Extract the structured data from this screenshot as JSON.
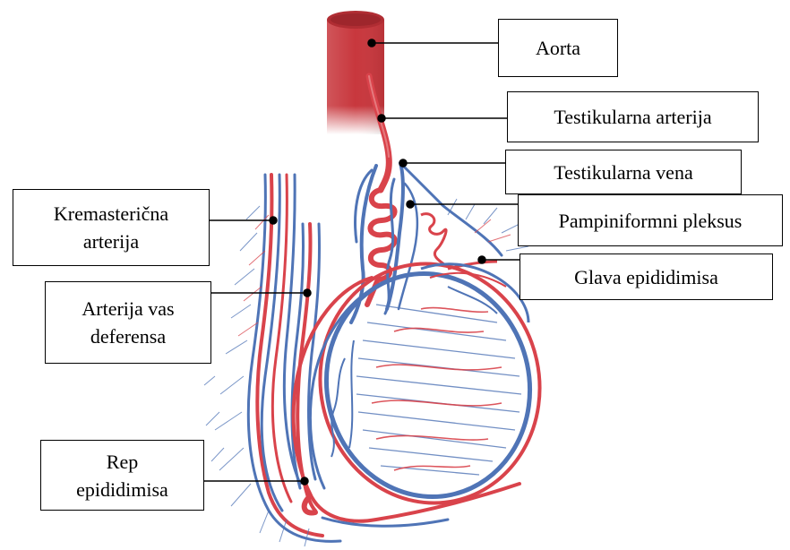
{
  "labels": {
    "aorta": "Aorta",
    "testicular_artery": "Testikularna arterija",
    "testicular_vein": "Testikularna vena",
    "pampiniform_plexus": "Pampiniformni pleksus",
    "epididymis_head": "Glava epididimisa",
    "cremasteric_artery": [
      "Kremasterična",
      "arterija"
    ],
    "vas_deferens_artery": [
      "Arterija vas",
      "deferensa"
    ],
    "epididymis_tail": [
      "Rep",
      "epididimisa"
    ]
  },
  "colors": {
    "artery": "#d9434b",
    "artery_dark": "#b8343b",
    "vein": "#4f74b6",
    "aorta": "#c8373d",
    "aorta_highlight": "#e57a7e"
  }
}
